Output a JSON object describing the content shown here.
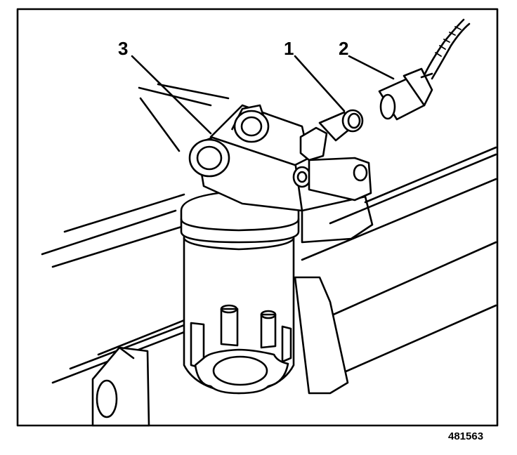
{
  "callouts": [
    {
      "id": "c3",
      "label": "3"
    },
    {
      "id": "c1",
      "label": "1"
    },
    {
      "id": "c2",
      "label": "2"
    }
  ],
  "figure_number": "481563",
  "colors": {
    "ink": "#000000",
    "paper": "#ffffff"
  }
}
